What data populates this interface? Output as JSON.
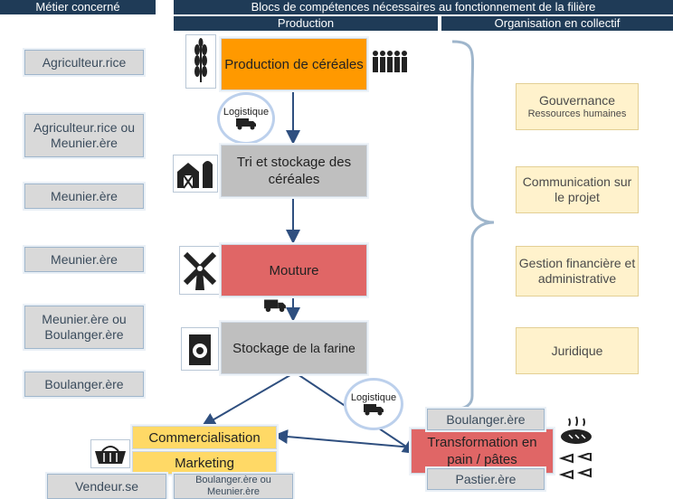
{
  "headers": {
    "metier": "Métier concerné",
    "blocs": "Blocs de compétences nécessaires au fonctionnement de la filière",
    "production": "Production",
    "organisation": "Organisation en collectif"
  },
  "roles": [
    "Agriculteur.rice",
    "Agriculteur.rice ou Meunier.ère",
    "Meunier.ère",
    "Meunier.ère",
    "Meunier.ère ou Boulanger.ère",
    "Boulanger.ère"
  ],
  "steps": {
    "production": "Production de céréales",
    "tri": "Tri et stockage des céréales",
    "mouture": "Mouture",
    "stockage_a": "Stockage",
    "stockage_b": " de la farine",
    "transformation": "Transformation en pain / pâtes",
    "commercialisation": "Commercialisation",
    "marketing": "Marketing"
  },
  "logistique": {
    "label1": "Logistique",
    "label2": "Logistique"
  },
  "transfo_roles": {
    "top": "Boulanger.ère",
    "bottom": "Pastier.ère"
  },
  "bottom_roles": {
    "vendeur": "Vendeur.se",
    "boulanger_meunier": "Boulanger.ère ou Meunier.ère"
  },
  "organisation": [
    {
      "title": "Gouvernance",
      "sub": "Ressources humaines"
    },
    {
      "title": "Communication sur le projet",
      "sub": ""
    },
    {
      "title": "Gestion financière et administrative",
      "sub": ""
    },
    {
      "title": "Juridique",
      "sub": ""
    }
  ],
  "colors": {
    "header": "#1f3b57",
    "production": "#ff9900",
    "grey": "#bfbfbf",
    "mouture": "#e06666",
    "yellow": "#ffd966",
    "org": "#fff2cc",
    "arrow": "#2f4f7f"
  },
  "icons": [
    "wheat-icon",
    "farmers-icon",
    "truck-icon",
    "barn-silo-icon",
    "windmill-icon",
    "flour-bag-icon",
    "basket-icon",
    "bread-icon",
    "pasta-icon"
  ]
}
